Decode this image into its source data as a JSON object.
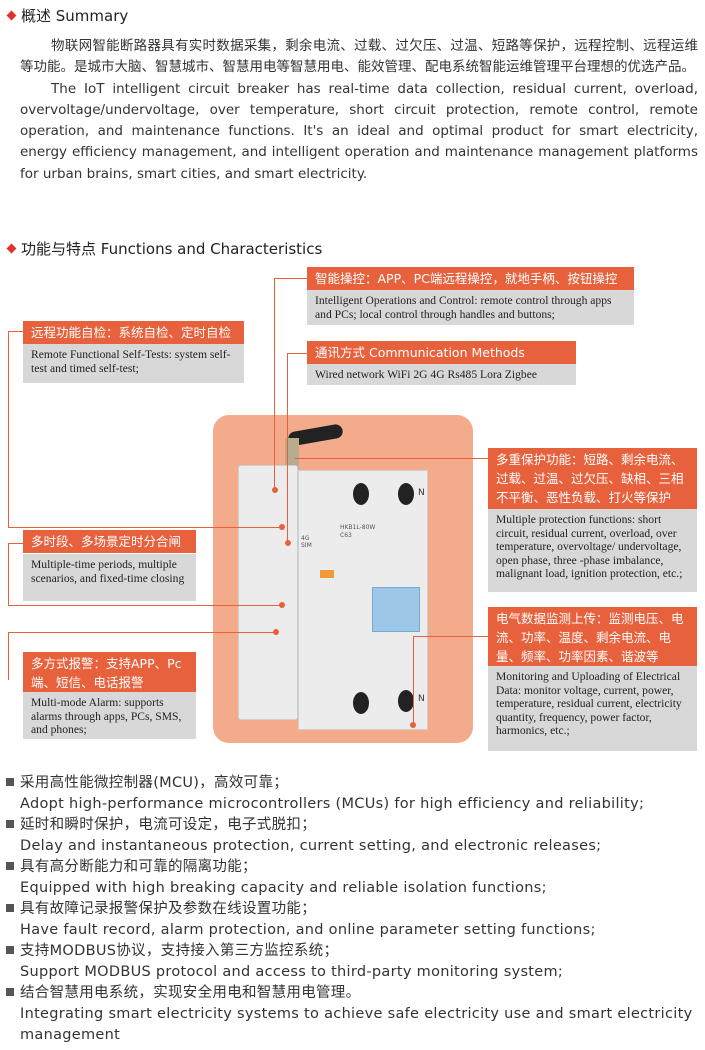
{
  "summary": {
    "heading": "概述 Summary",
    "zh": "物联网智能断路器具有实时数据采集，剩余电流、过载、过欠压、过温、短路等保护，远程控制、远程运维等功能。是城市大脑、智慧城市、智慧用电等智慧用电、能效管理、配电系统智能运维管理平台理想的优选产品。",
    "en": "The IoT intelligent circuit breaker has real-time data collection, residual current, overload, overvoltage/undervoltage, over temperature, short circuit protection, remote control, remote operation, and maintenance functions. It's an ideal and optimal product for smart electricity, energy efficiency management, and intelligent operation and maintenance management platforms for urban brains, smart cities, and smart electricity."
  },
  "functions": {
    "heading": "功能与特点 Functions and Characteristics",
    "callouts": [
      {
        "zh": "智能操控：APP、PC端远程操控，就地手柄、按钮操控",
        "en": "Intelligent Operations and Control: remote control through apps and PCs; local control through handles and buttons;"
      },
      {
        "zh": "远程功能自检：系统自检、定时自检",
        "en": "Remote Functional Self-Tests: system self-test and timed self-test;"
      },
      {
        "zh": "通讯方式 Communication Methods",
        "en": "Wired network WiFi 2G 4G Rs485 Lora Zigbee"
      },
      {
        "zh": "多重保护功能：短路、剩余电流、过载、过温、过欠压、缺相、三相不平衡、恶性负载、打火等保护",
        "en": "Multiple protection functions: short circuit, residual current, overload, over temperature, overvoltage/ undervoltage, open phase, three -phase imbalance, malignant load, ignition protection, etc.;"
      },
      {
        "zh": "多时段、多场景定时分合闸",
        "en": "Multiple-time periods, multiple scenarios, and fixed-time closing"
      },
      {
        "zh": "电气数据监测上传：监测电压、电流、功率、温度、剩余电流、电量、频率、功率因素、谐波等",
        "en": "Monitoring and Uploading of Electrical Data: monitor voltage, current, power, temperature, residual current, electricity quantity, frequency, power factor, harmonics, etc.;"
      },
      {
        "zh": "多方式报警：支持APP、Pc端、短信、电话报警",
        "en": "Multi-mode Alarm: supports alarms through apps, PCs, SMS, and phones;"
      }
    ],
    "device": {
      "model": "HKB1L-80W",
      "rating": "C63",
      "n_label": "N",
      "sim": "4G SIM"
    }
  },
  "bullets": [
    {
      "zh": "采用高性能微控制器(MCU)，高效可靠；",
      "en": "Adopt high-performance microcontrollers (MCUs) for high efficiency and reliability;"
    },
    {
      "zh": "延时和瞬时保护，电流可设定，电子式脱扣；",
      "en": "Delay and instantaneous protection, current setting, and electronic releases;"
    },
    {
      "zh": "具有高分断能力和可靠的隔离功能；",
      "en": "Equipped with high breaking capacity and reliable isolation functions;"
    },
    {
      "zh": "具有故障记录报警保护及参数在线设置功能；",
      "en": "Have fault record, alarm protection, and online parameter setting functions;"
    },
    {
      "zh": "支持MODBUS协议，支持接入第三方监控系统；",
      "en": "Support MODBUS protocol and access to third-party monitoring system;"
    },
    {
      "zh": "结合智慧用电系统，实现安全用电和智慧用电管理。",
      "en": "Integrating smart electricity systems to achieve safe electricity use and smart electricity management"
    }
  ]
}
